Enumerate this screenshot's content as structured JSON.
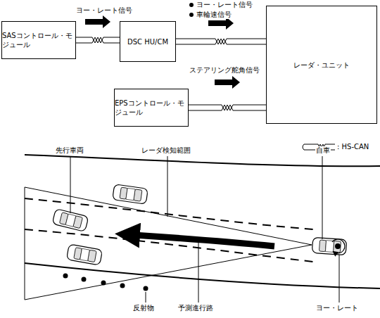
{
  "diagram": {
    "nodes": [
      {
        "text": [
          "SASコントロール・モジュール"
        ]
      },
      {
        "text": [
          "DSC HU/CM"
        ]
      },
      {
        "text": [
          "EPSコントロール・モジュール"
        ]
      },
      {
        "text": [
          "レーダ・ユニット"
        ]
      }
    ],
    "edges": [
      {
        "from": 0,
        "to": 1,
        "arrow": "to",
        "label": "ヨー・レート信号"
      },
      {
        "from": 1,
        "to": 3,
        "arrow": "to",
        "label": "ヨー・レート信号"
      },
      {
        "from": 2,
        "to": 3,
        "arrow": "to",
        "label": "ステアリング舵角信号"
      }
    ],
    "labels": [
      "車輪速信号",
      "先行車両",
      "レーダ検知範囲",
      "自車",
      "反射物",
      "予測進行路",
      "ヨー・レート"
    ],
    "legend": [
      {
        "text": ": HS-CAN"
      }
    ]
  }
}
